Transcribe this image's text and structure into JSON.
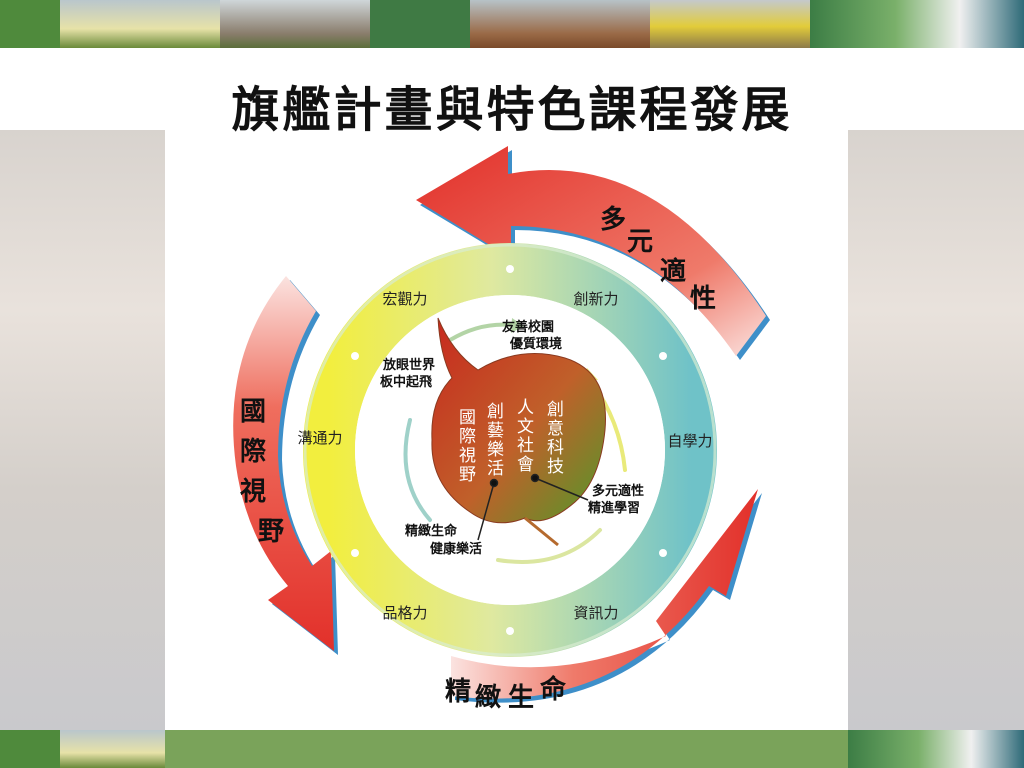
{
  "slide": {
    "title": "旗艦計畫與特色課程發展"
  },
  "diagram": {
    "arrows": {
      "top_right": [
        "多",
        "元",
        "適",
        "性"
      ],
      "left": [
        "國",
        "際",
        "視",
        "野"
      ],
      "bottom": [
        "精",
        "緻",
        "生",
        "命"
      ]
    },
    "ring_labels": {
      "top_left": "宏觀力",
      "top_right": "創新力",
      "right": "自學力",
      "bottom_right": "資訊力",
      "bottom_left": "品格力",
      "left": "溝通力"
    },
    "leaf_columns": [
      "國際視野",
      "創藝樂活",
      "人文社會",
      "創意科技"
    ],
    "inner_labels": {
      "top": [
        "友善校園",
        "優質環境"
      ],
      "left": [
        "放眼世界",
        "板中起飛"
      ],
      "right": [
        "多元適性",
        "精進學習"
      ],
      "bottom": [
        "精緻生命",
        "健康樂活"
      ]
    }
  },
  "colors": {
    "arrow_red": "#e53a2e",
    "arrow_edge": "#3e8fc9",
    "leaf_green": "#5f9a2e",
    "leaf_red": "#c93b23",
    "ring_yellow": "#ecef4a",
    "ring_teal": "#7fc7c6"
  }
}
